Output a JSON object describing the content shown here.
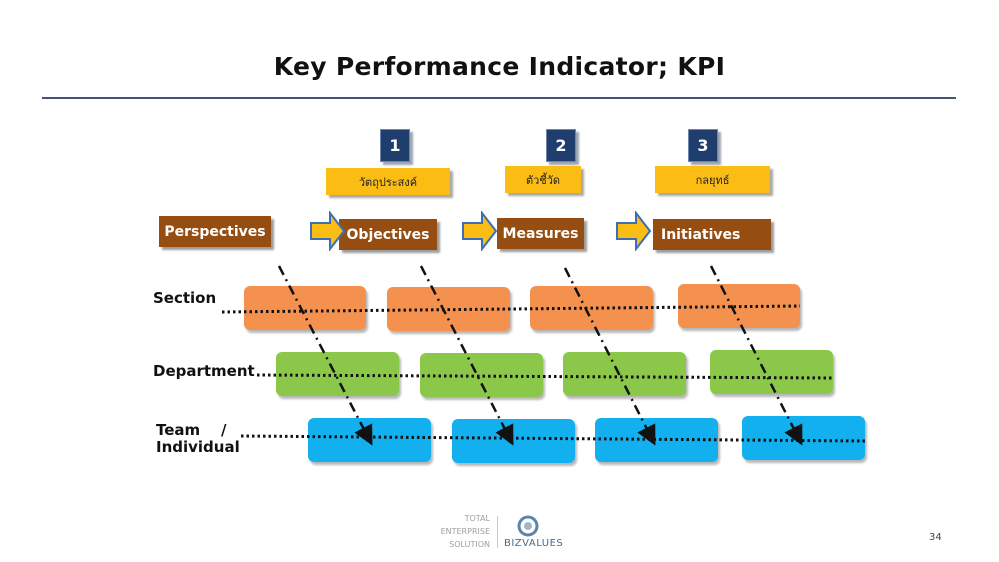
{
  "title": "Key Performance Indicator; KPI",
  "steps": [
    {
      "number": "1",
      "thai": "วัตถุประสงค์"
    },
    {
      "number": "2",
      "thai": "ตัวชี้วัด"
    },
    {
      "number": "3",
      "thai": "กลยุทธ์"
    }
  ],
  "headers": {
    "perspectives": "Perspectives",
    "objectives": "Objectives",
    "measures": "Measures",
    "initiatives": "Initiatives"
  },
  "rows": {
    "section": "Section",
    "department": "Department",
    "team": "Team    /",
    "individual": "Individual"
  },
  "footer": {
    "logo_line1": "TOTAL",
    "logo_line2": "ENTERPRISE",
    "logo_line3": "SOLUTION",
    "logo_name": "BIZVALUES",
    "page_number": "34"
  },
  "colors": {
    "navy": "#1f3e6e",
    "gold": "#fbbc14",
    "brown": "#954d12",
    "orange": "#f4914f",
    "green": "#8bc84a",
    "blue": "#12b0ef"
  }
}
